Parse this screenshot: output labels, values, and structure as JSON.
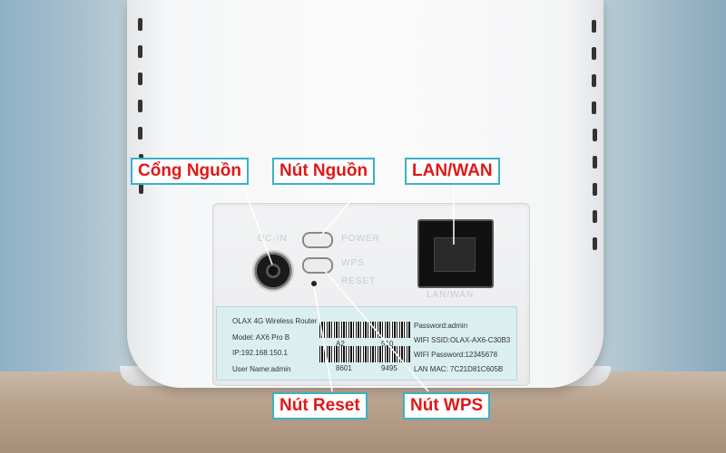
{
  "callouts": {
    "power_port": "Cổng Nguồn",
    "power_button": "Nút Nguồn",
    "lan_wan": "LAN/WAN",
    "reset_button": "Nút Reset",
    "wps_button": "Nút WPS"
  },
  "panel_markings": {
    "dc": "DC-IN",
    "power": "POWER",
    "wps": "WPS",
    "reset": "RESET",
    "lan": "LAN/WAN"
  },
  "device_label": {
    "router_name": "OLAX 4G Wireless Router",
    "model": "Model: AX6 Pro B",
    "ip": "IP:192.168.150.1",
    "username": "User Name:admin",
    "password": "Password:admin",
    "wifi_ssid": "WIFI SSID:OLAX-AX6-C30B3",
    "wifi_password": "WIFI Password:12345678",
    "lan_mac": "LAN MAC: 7C21D81C605B",
    "barcode1_left": "A2",
    "barcode1_right": "510",
    "barcode2_left": "8601",
    "barcode2_right": "9495"
  },
  "colors": {
    "callout_text": "#e01818",
    "callout_border": "#3ab0c8",
    "label_background": "#dbeef0"
  }
}
